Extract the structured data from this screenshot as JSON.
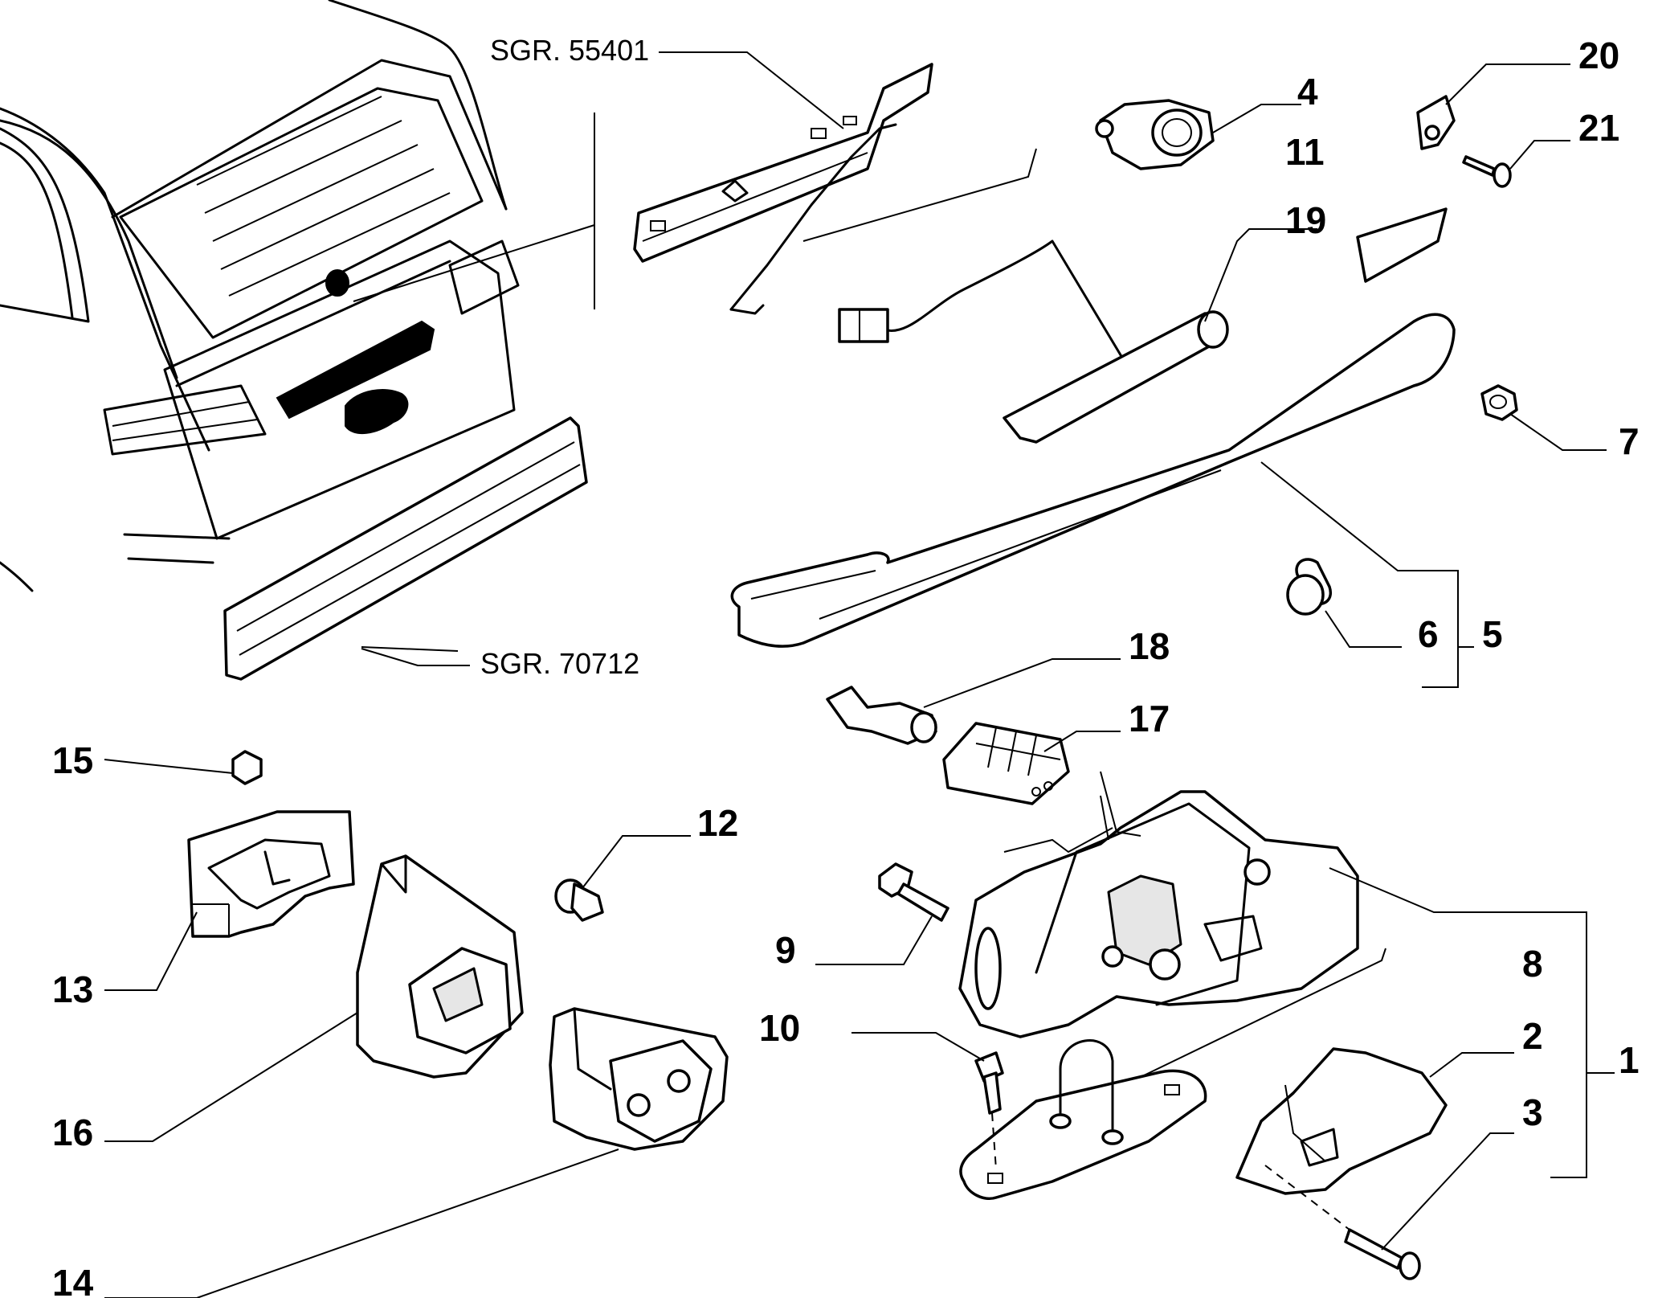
{
  "references": {
    "upper": "SGR. 55401",
    "lower": "SGR. 70712"
  },
  "callouts": {
    "n1": "1",
    "n2": "2",
    "n3": "3",
    "n4": "4",
    "n5": "5",
    "n6": "6",
    "n7": "7",
    "n8": "8",
    "n9": "9",
    "n10": "10",
    "n11": "11",
    "n12": "12",
    "n13": "13",
    "n14": "14",
    "n15": "15",
    "n16": "16",
    "n17": "17",
    "n18": "18",
    "n19": "19",
    "n20": "20",
    "n21": "21"
  }
}
